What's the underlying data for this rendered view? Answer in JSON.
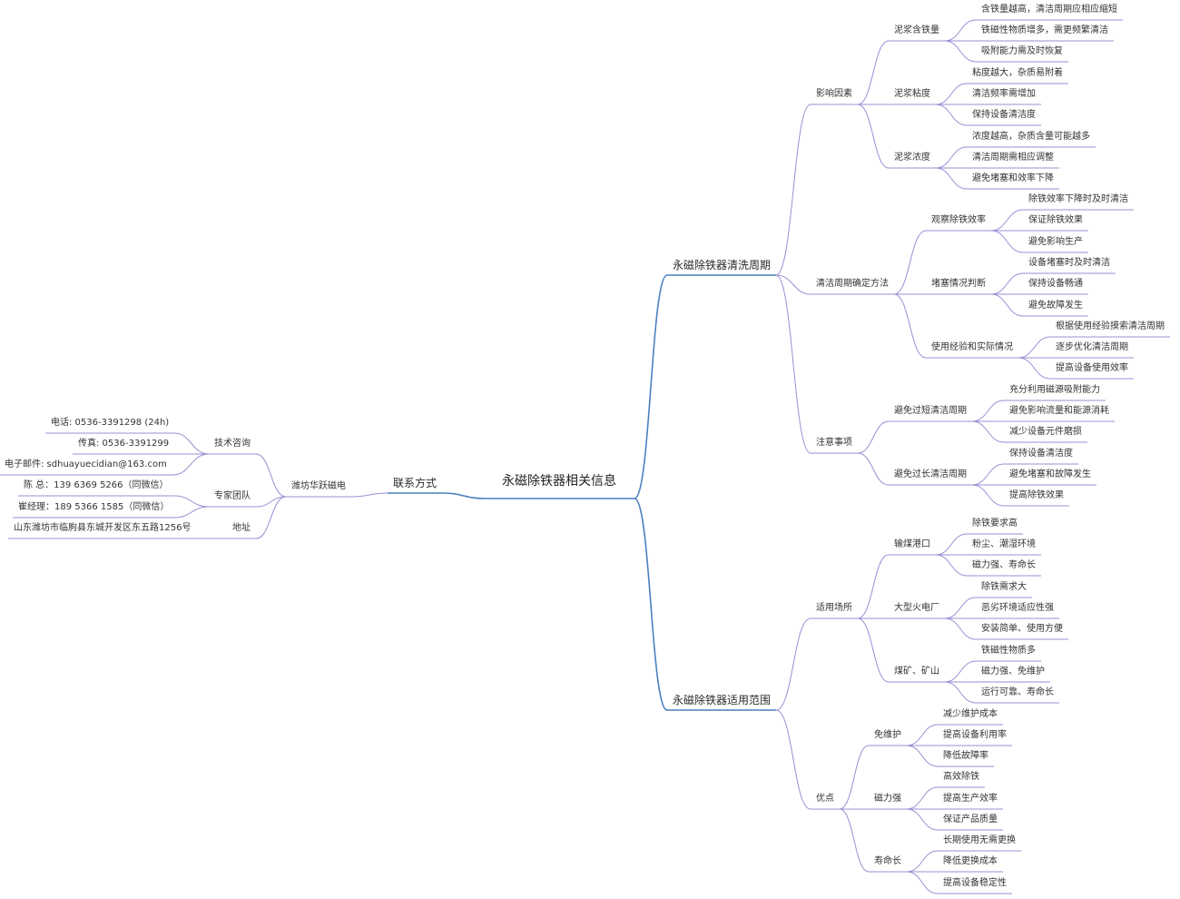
{
  "mindmap": {
    "root": {
      "id": "root",
      "label": "永磁除铁器相关信息"
    },
    "nodes": [
      {
        "id": "clean",
        "parent": "root",
        "label": "永磁除铁器清洗周期"
      },
      {
        "id": "f",
        "parent": "clean",
        "label": "影响因素"
      },
      {
        "id": "f1",
        "parent": "f",
        "label": "泥浆含铁量"
      },
      {
        "id": "f1a",
        "parent": "f1",
        "label": "含铁量越高，清洁周期应相应缩短"
      },
      {
        "id": "f1b",
        "parent": "f1",
        "label": "铁磁性物质增多，需更频繁清洁"
      },
      {
        "id": "f1c",
        "parent": "f1",
        "label": "吸附能力需及时恢复"
      },
      {
        "id": "f2",
        "parent": "f",
        "label": "泥浆粘度"
      },
      {
        "id": "f2a",
        "parent": "f2",
        "label": "粘度越大，杂质易附着"
      },
      {
        "id": "f2b",
        "parent": "f2",
        "label": "清洁频率需增加"
      },
      {
        "id": "f2c",
        "parent": "f2",
        "label": "保持设备清洁度"
      },
      {
        "id": "f3",
        "parent": "f",
        "label": "泥浆浓度"
      },
      {
        "id": "f3a",
        "parent": "f3",
        "label": "浓度越高，杂质含量可能越多"
      },
      {
        "id": "f3b",
        "parent": "f3",
        "label": "清洁周期需相应调整"
      },
      {
        "id": "f3c",
        "parent": "f3",
        "label": "避免堵塞和效率下降"
      },
      {
        "id": "m",
        "parent": "clean",
        "label": "清洁周期确定方法"
      },
      {
        "id": "m1",
        "parent": "m",
        "label": "观察除铁效率"
      },
      {
        "id": "m1a",
        "parent": "m1",
        "label": "除铁效率下降时及时清洁"
      },
      {
        "id": "m1b",
        "parent": "m1",
        "label": "保证除铁效果"
      },
      {
        "id": "m1c",
        "parent": "m1",
        "label": "避免影响生产"
      },
      {
        "id": "m2",
        "parent": "m",
        "label": "堵塞情况判断"
      },
      {
        "id": "m2a",
        "parent": "m2",
        "label": "设备堵塞时及时清洁"
      },
      {
        "id": "m2b",
        "parent": "m2",
        "label": "保持设备畅通"
      },
      {
        "id": "m2c",
        "parent": "m2",
        "label": "避免故障发生"
      },
      {
        "id": "m3",
        "parent": "m",
        "label": "使用经验和实际情况"
      },
      {
        "id": "m3a",
        "parent": "m3",
        "label": "根据使用经验摸索清洁周期"
      },
      {
        "id": "m3b",
        "parent": "m3",
        "label": "逐步优化清洁周期"
      },
      {
        "id": "m3c",
        "parent": "m3",
        "label": "提高设备使用效率"
      },
      {
        "id": "n",
        "parent": "clean",
        "label": "注意事项"
      },
      {
        "id": "n1",
        "parent": "n",
        "label": "避免过短清洁周期"
      },
      {
        "id": "n1a",
        "parent": "n1",
        "label": "充分利用磁源吸附能力"
      },
      {
        "id": "n1b",
        "parent": "n1",
        "label": "避免影响流量和能源消耗"
      },
      {
        "id": "n1c",
        "parent": "n1",
        "label": "减少设备元件磨损"
      },
      {
        "id": "n2",
        "parent": "n",
        "label": "避免过长清洁周期"
      },
      {
        "id": "n2a",
        "parent": "n2",
        "label": "保持设备清洁度"
      },
      {
        "id": "n2b",
        "parent": "n2",
        "label": "避免堵塞和故障发生"
      },
      {
        "id": "n2c",
        "parent": "n2",
        "label": "提高除铁效果"
      },
      {
        "id": "scope",
        "parent": "root",
        "label": "永磁除铁器适用范围"
      },
      {
        "id": "s",
        "parent": "scope",
        "label": "适用场所"
      },
      {
        "id": "s1",
        "parent": "s",
        "label": "输煤港口"
      },
      {
        "id": "s1a",
        "parent": "s1",
        "label": "除铁要求高"
      },
      {
        "id": "s1b",
        "parent": "s1",
        "label": "粉尘、潮湿环境"
      },
      {
        "id": "s1c",
        "parent": "s1",
        "label": "磁力强、寿命长"
      },
      {
        "id": "s2",
        "parent": "s",
        "label": "大型火电厂"
      },
      {
        "id": "s2a",
        "parent": "s2",
        "label": "除铁需求大"
      },
      {
        "id": "s2b",
        "parent": "s2",
        "label": "恶劣环境适应性强"
      },
      {
        "id": "s2c",
        "parent": "s2",
        "label": "安装简单、使用方便"
      },
      {
        "id": "s3",
        "parent": "s",
        "label": "煤矿、矿山"
      },
      {
        "id": "s3a",
        "parent": "s3",
        "label": "铁磁性物质多"
      },
      {
        "id": "s3b",
        "parent": "s3",
        "label": "磁力强、免维护"
      },
      {
        "id": "s3c",
        "parent": "s3",
        "label": "运行可靠、寿命长"
      },
      {
        "id": "a",
        "parent": "scope",
        "label": "优点"
      },
      {
        "id": "a1",
        "parent": "a",
        "label": "免维护"
      },
      {
        "id": "a1a",
        "parent": "a1",
        "label": "减少维护成本"
      },
      {
        "id": "a1b",
        "parent": "a1",
        "label": "提高设备利用率"
      },
      {
        "id": "a1c",
        "parent": "a1",
        "label": "降低故障率"
      },
      {
        "id": "a2",
        "parent": "a",
        "label": "磁力强"
      },
      {
        "id": "a2a",
        "parent": "a2",
        "label": "高效除铁"
      },
      {
        "id": "a2b",
        "parent": "a2",
        "label": "提高生产效率"
      },
      {
        "id": "a2c",
        "parent": "a2",
        "label": "保证产品质量"
      },
      {
        "id": "a3",
        "parent": "a",
        "label": "寿命长"
      },
      {
        "id": "a3a",
        "parent": "a3",
        "label": "长期使用无需更换"
      },
      {
        "id": "a3b",
        "parent": "a3",
        "label": "降低更换成本"
      },
      {
        "id": "a3c",
        "parent": "a3",
        "label": "提高设备稳定性"
      },
      {
        "id": "contact",
        "parent": "root",
        "label": "联系方式"
      },
      {
        "id": "c",
        "parent": "contact",
        "label": "潍坊华跃磁电"
      },
      {
        "id": "c1",
        "parent": "c",
        "label": "技术咨询"
      },
      {
        "id": "c1a",
        "parent": "c1",
        "label": "电话: 0536-3391298 (24h)"
      },
      {
        "id": "c1b",
        "parent": "c1",
        "label": "传真: 0536-3391299"
      },
      {
        "id": "c1c",
        "parent": "c1",
        "label": "电子邮件: sdhuayuecidian@163.com"
      },
      {
        "id": "c2",
        "parent": "c",
        "label": "专家团队"
      },
      {
        "id": "c2a",
        "parent": "c2",
        "label": "陈 总：139 6369 5266（同微信）"
      },
      {
        "id": "c2b",
        "parent": "c2",
        "label": "崔经理：189 5366 1585（同微信）"
      },
      {
        "id": "c3",
        "parent": "c",
        "label": "地址"
      },
      {
        "id": "c3a",
        "parent": "c3",
        "label": "山东潍坊市临朐县东城开发区东五路1256号"
      }
    ]
  },
  "colors": {
    "main_branch": "#4a7fc0",
    "sub_branch": "#9a8fd4",
    "text": "#333333"
  }
}
